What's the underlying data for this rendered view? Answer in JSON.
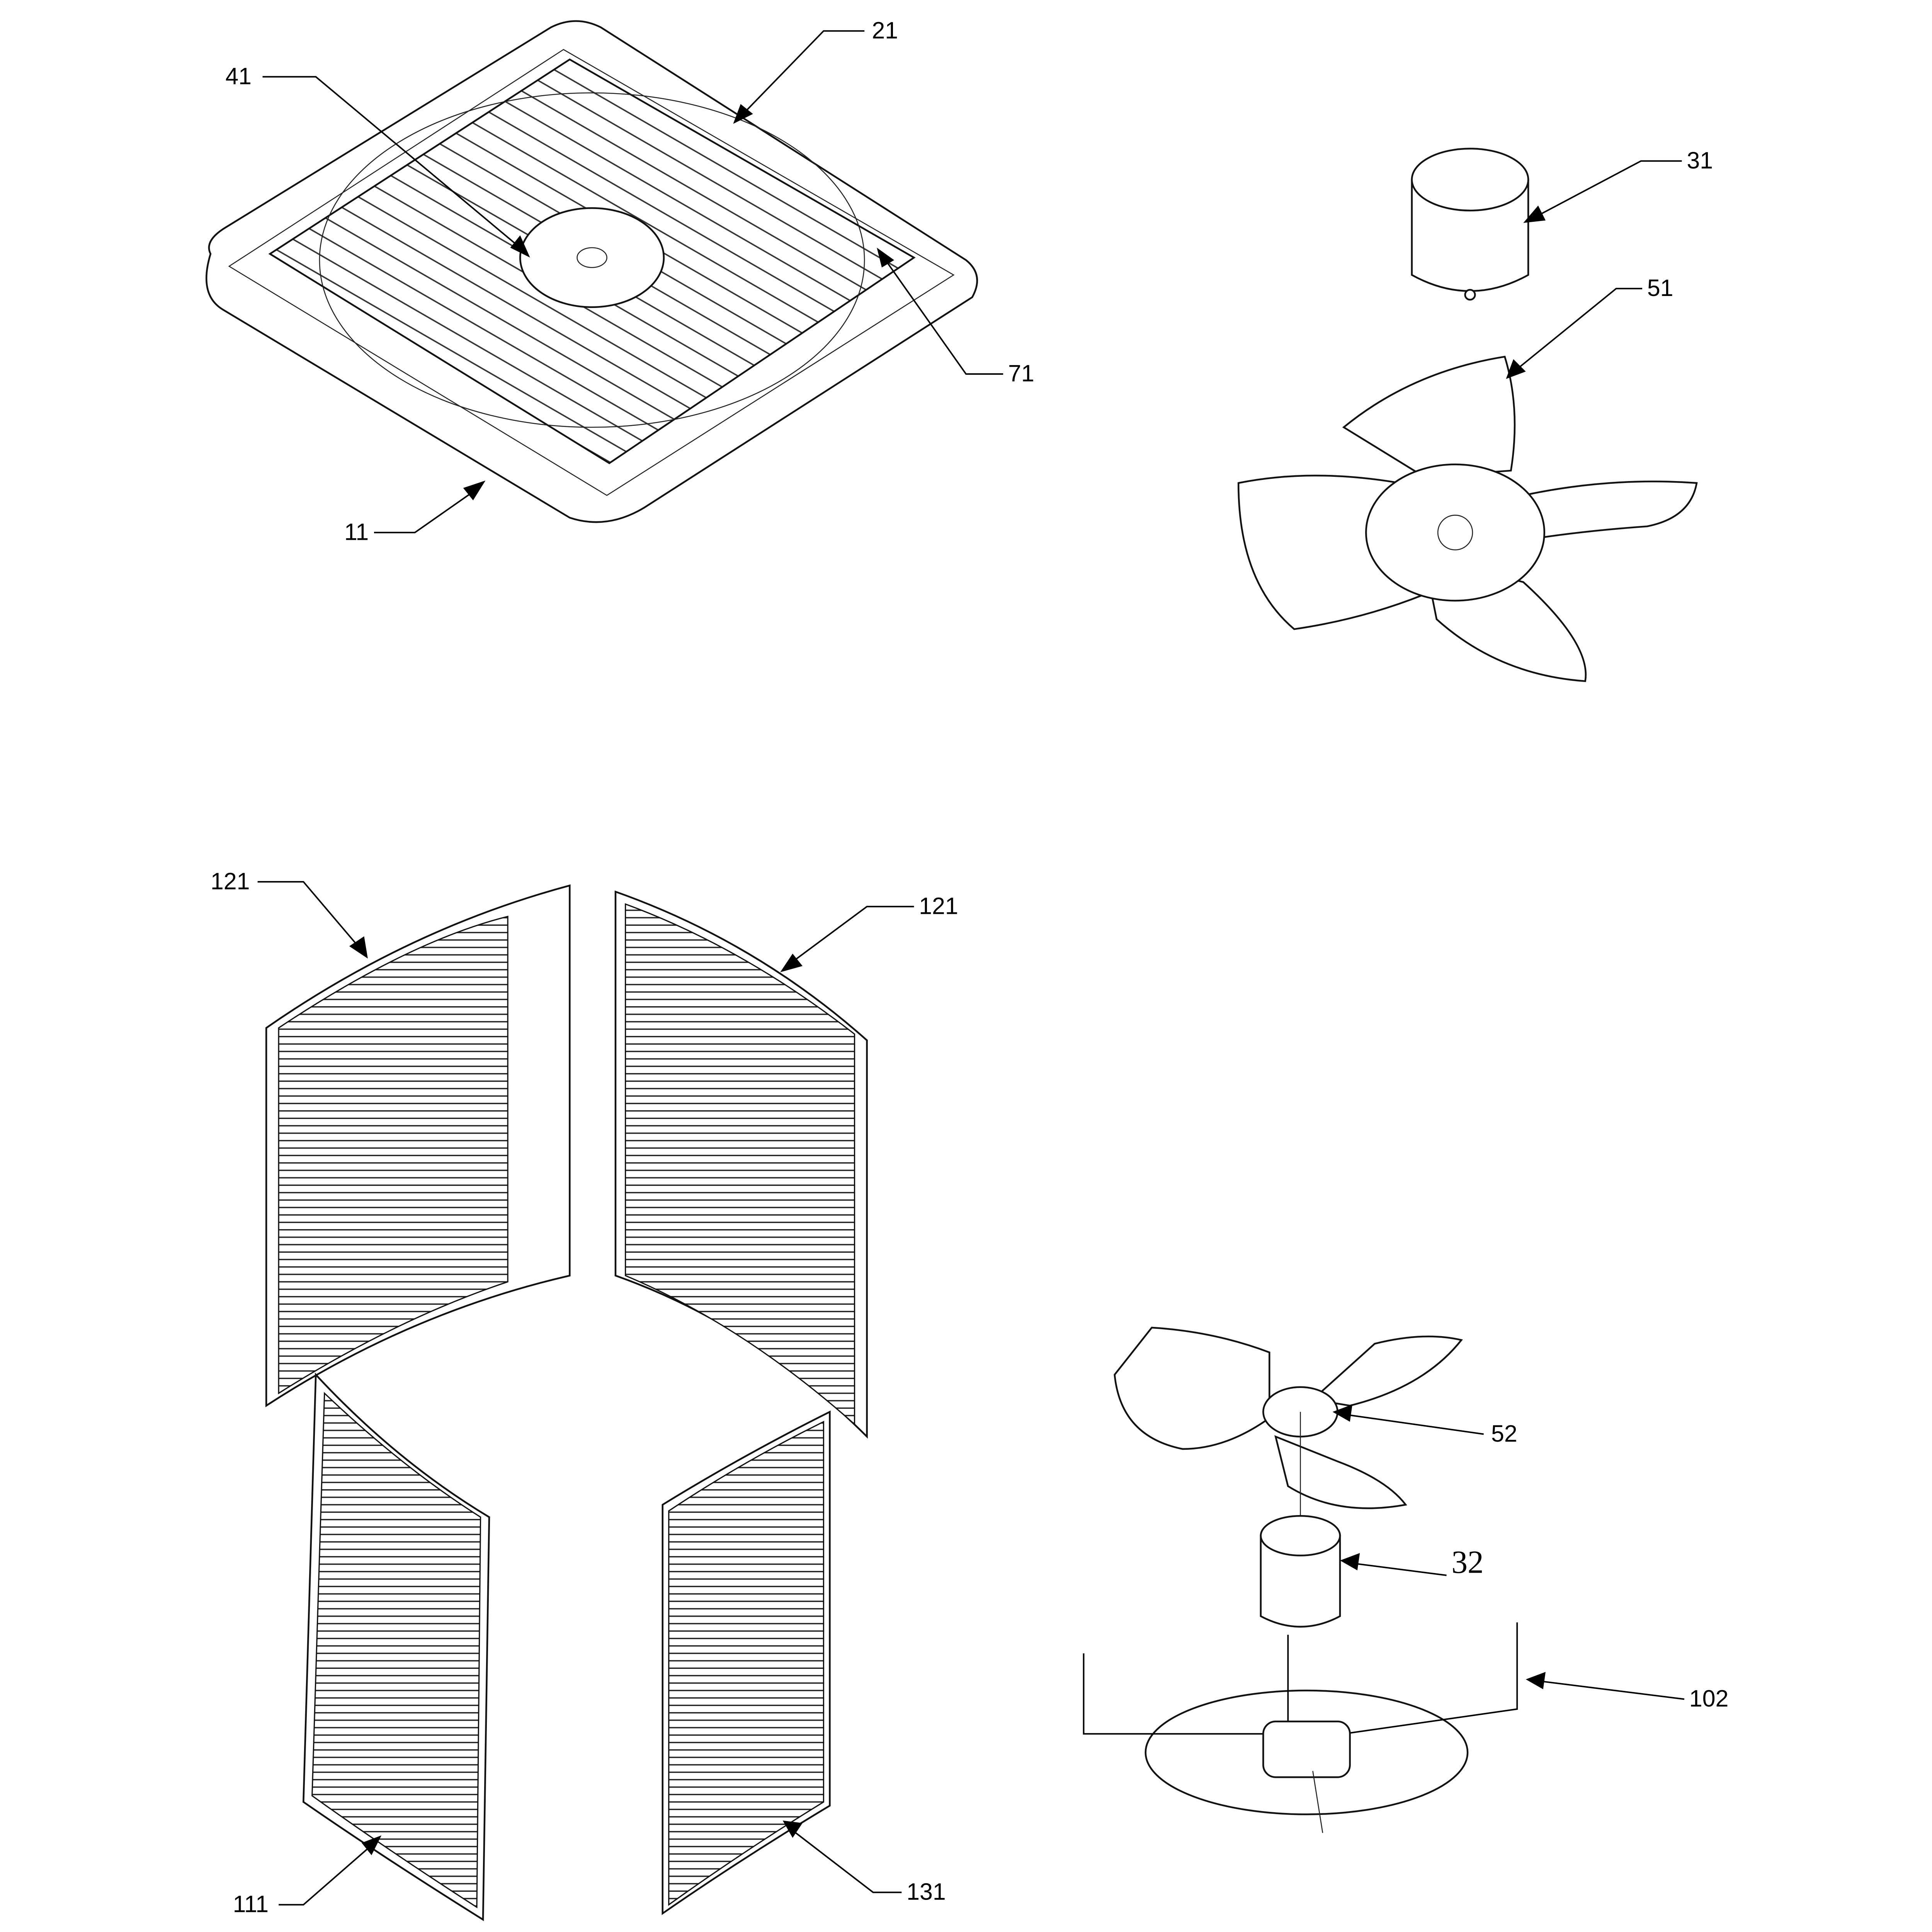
{
  "diagram": {
    "labels": {
      "top_grille_guard": "21",
      "fan_guard_center": "41",
      "grille_clip": "71",
      "top_cover": "11",
      "motor_top": "31",
      "fan_blade_top": "51",
      "panel_upper_left": "121",
      "panel_upper_right": "121",
      "panel_lower_left": "111",
      "panel_lower_right": "131",
      "fan_blade_bottom": "52",
      "motor_bottom": "32",
      "motor_bracket": "102"
    }
  }
}
